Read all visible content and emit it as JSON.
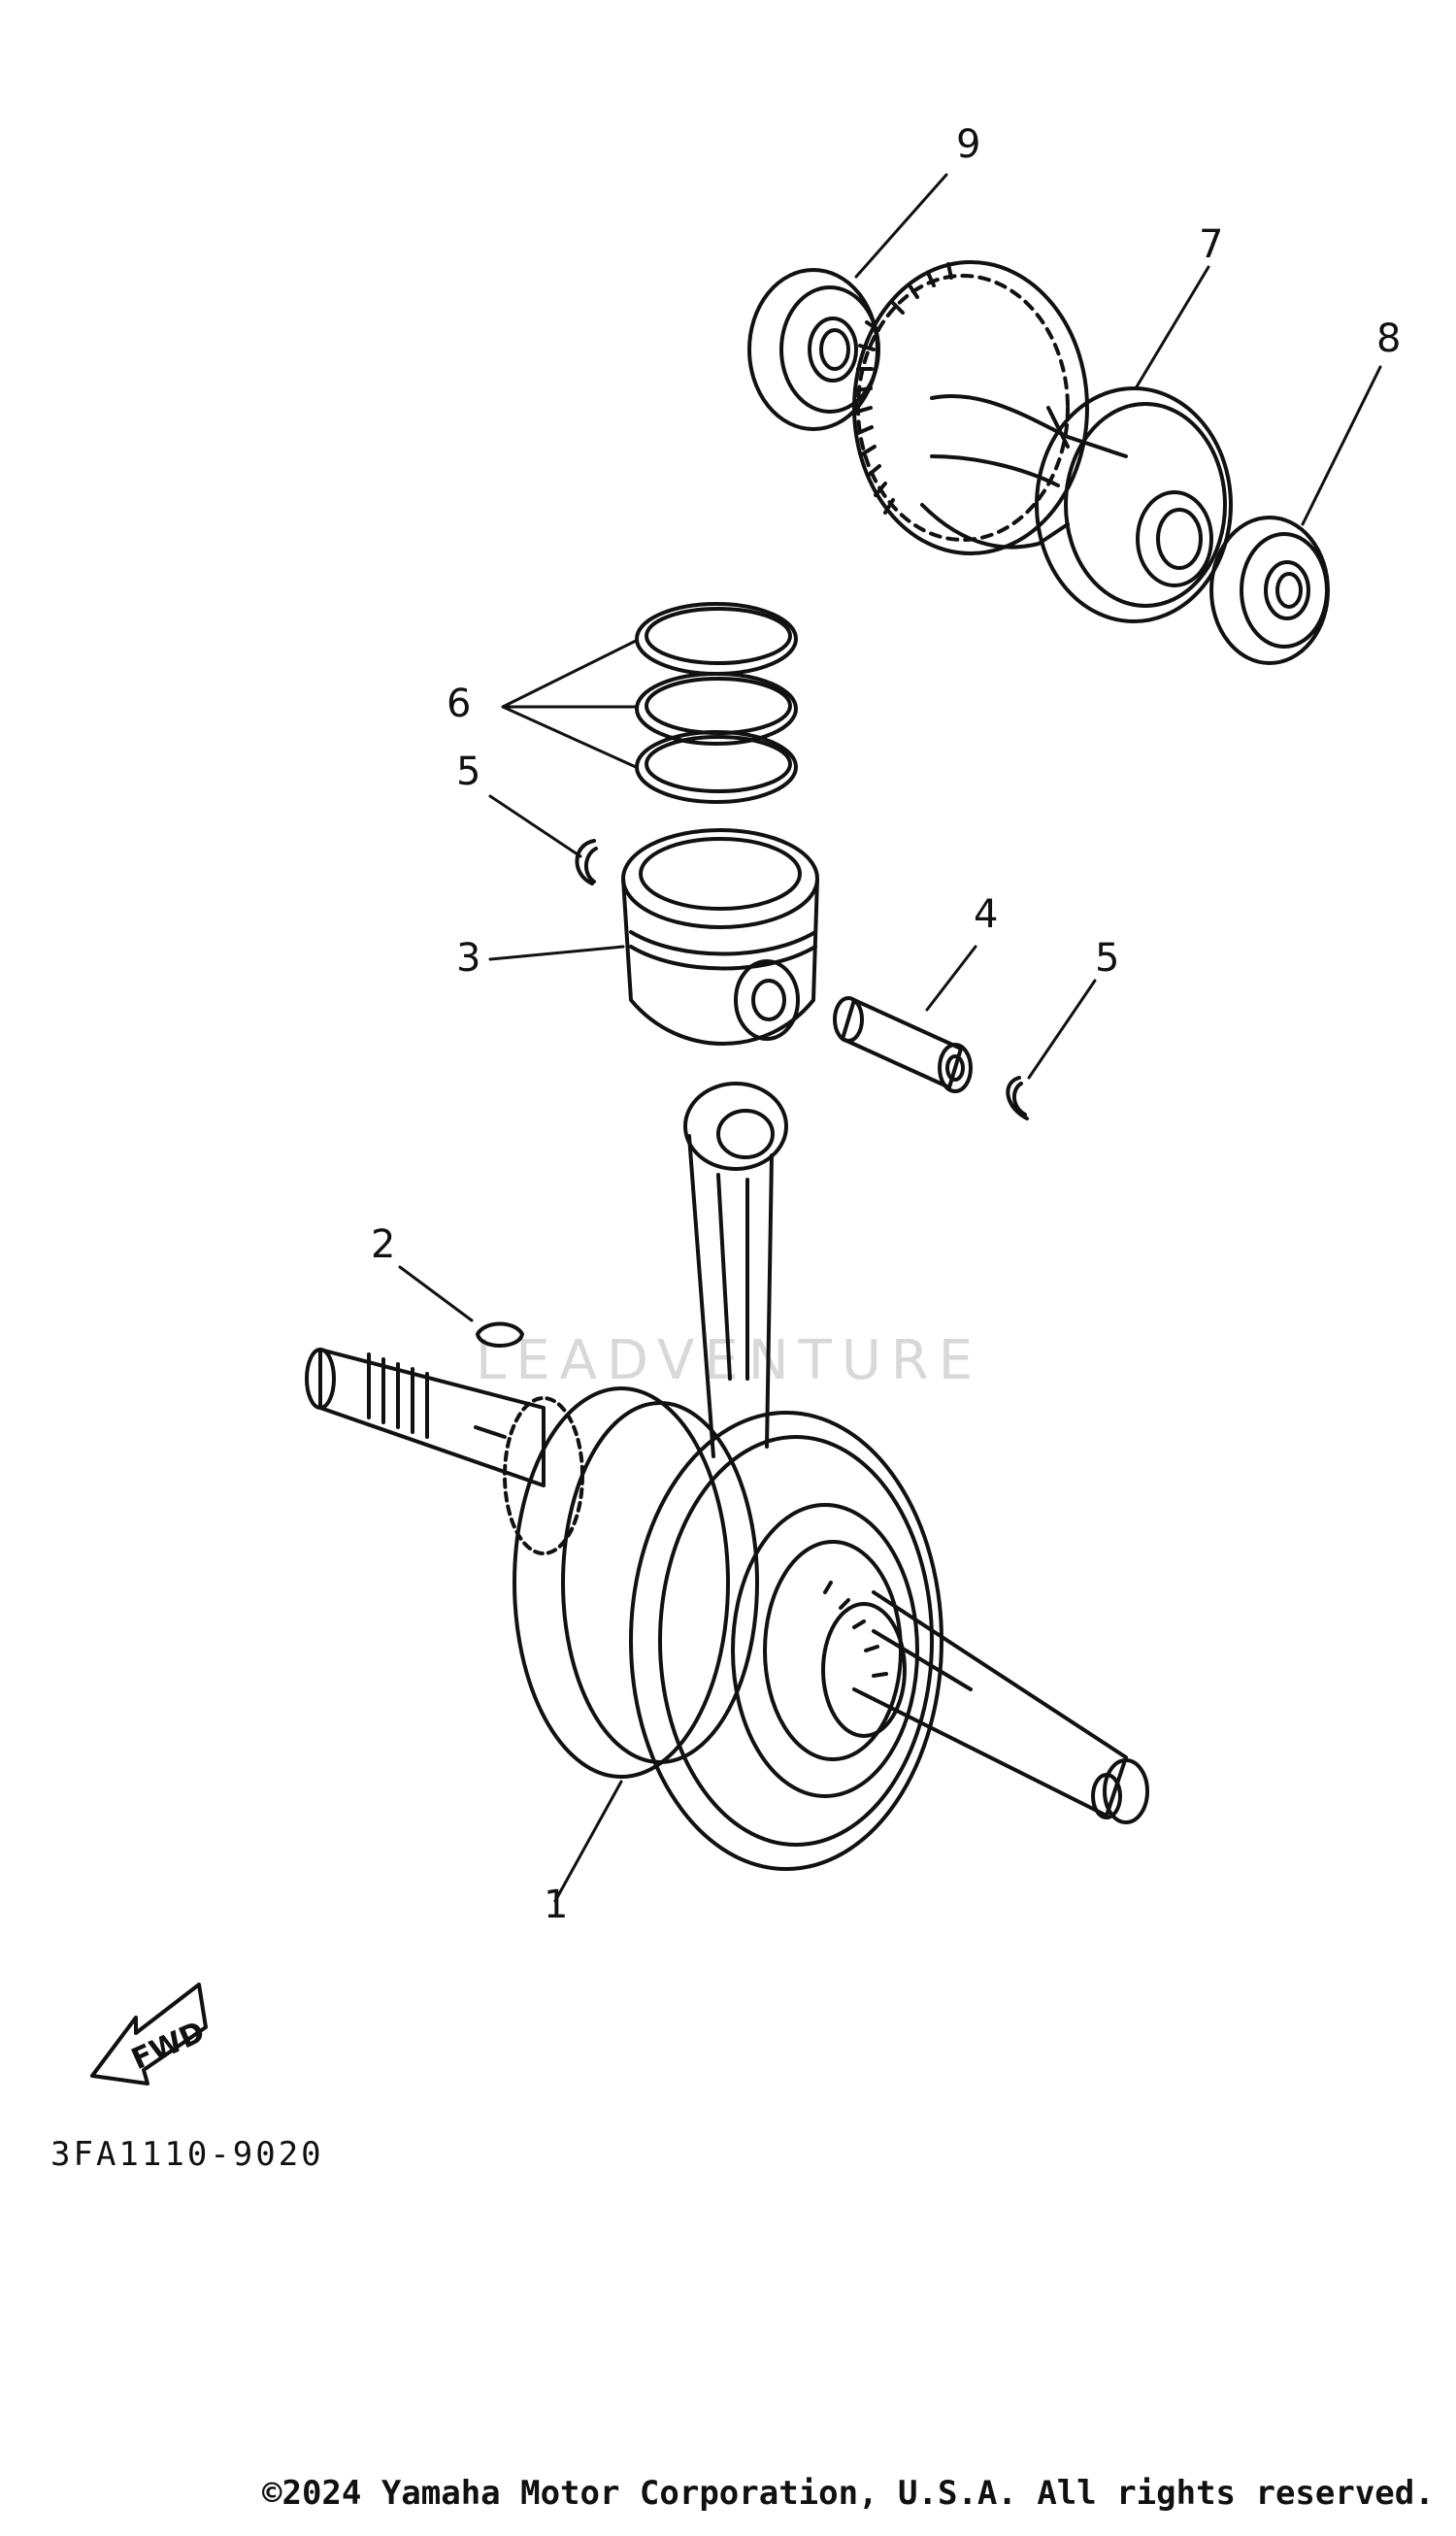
{
  "diagram": {
    "callouts": [
      {
        "id": "9",
        "label": "9"
      },
      {
        "id": "7",
        "label": "7"
      },
      {
        "id": "8",
        "label": "8"
      },
      {
        "id": "6",
        "label": "6"
      },
      {
        "id": "5a",
        "label": "5"
      },
      {
        "id": "3",
        "label": "3"
      },
      {
        "id": "4",
        "label": "4"
      },
      {
        "id": "5b",
        "label": "5"
      },
      {
        "id": "2",
        "label": "2"
      },
      {
        "id": "1",
        "label": "1"
      }
    ],
    "fwd_label": "FWD",
    "part_code": "3FA1110-9020",
    "watermark": "LEADVENTURE",
    "copyright": "©2024 Yamaha Motor Corporation, U.S.A. All rights reserved."
  }
}
